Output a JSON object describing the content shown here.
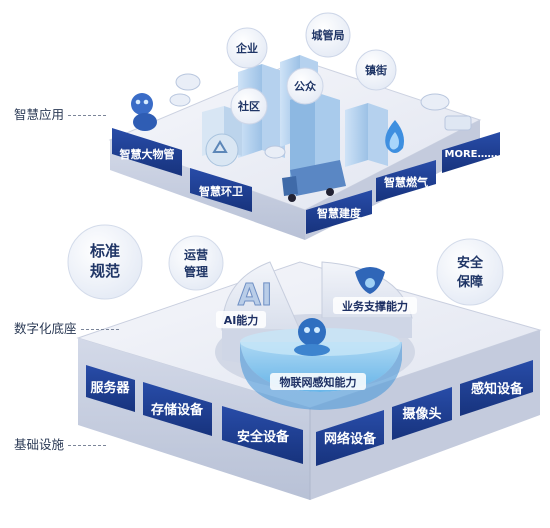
{
  "layers": {
    "application": "智慧应用",
    "platform": "数字化底座",
    "infrastructure": "基础设施"
  },
  "app_bubbles": {
    "enterprise": "企业",
    "city_admin": "城管局",
    "town": "镇街",
    "public": "公众",
    "community": "社区"
  },
  "app_tiles": {
    "market": "智慧大物管",
    "sanitation": "智慧环卫",
    "construction": "智慧建度",
    "gas": "智慧燃气",
    "more": "MORE……"
  },
  "platform_bubbles": {
    "standards_1": "标准",
    "standards_2": "规范",
    "ops_1": "运营",
    "ops_2": "管理",
    "security_1": "安全",
    "security_2": "保障"
  },
  "capabilities": {
    "ai_logo": "AI",
    "ai": "AI能力",
    "business": "业务支撑能力",
    "iot": "物联网感知能力"
  },
  "infra_tiles": {
    "server": "服务器",
    "storage": "存储设备",
    "security": "安全设备",
    "network": "网络设备",
    "camera": "摄像头",
    "sensor": "感知设备"
  },
  "colors": {
    "tile_blue": "#1f3f99",
    "accent": "#3a6fd8",
    "platform_top": "#eef1f8"
  }
}
